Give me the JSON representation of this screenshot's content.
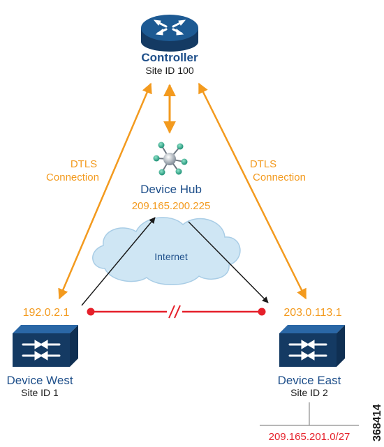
{
  "colors": {
    "orange": "#f39a1e",
    "blue_label": "#1e4f8a",
    "router_dark": "#143a63",
    "router_mid": "#1d5a93",
    "link_red": "#e5202a",
    "black": "#1a1a1a",
    "cloud": "#cfe6f4",
    "gray_line": "#8c8c8c"
  },
  "controller": {
    "name": "Controller",
    "site": "Site ID 100",
    "icon": "router-icon"
  },
  "hub": {
    "name": "Device Hub",
    "ip": "209.165.200.225",
    "icon": "hub-node-icon"
  },
  "west": {
    "name": "Device West",
    "site": "Site ID 1",
    "ip": "192.0.2.1",
    "icon": "switch-icon"
  },
  "east": {
    "name": "Device East",
    "site": "Site ID 2",
    "ip": "203.0.113.1",
    "subnet": "209.165.201.0/27",
    "icon": "switch-icon"
  },
  "links": {
    "dtls_left_line1": "DTLS",
    "dtls_left_line2": "Connection",
    "dtls_right_line1": "DTLS",
    "dtls_right_line2": "Connection",
    "internet": "Internet"
  },
  "figure_id": "368414"
}
